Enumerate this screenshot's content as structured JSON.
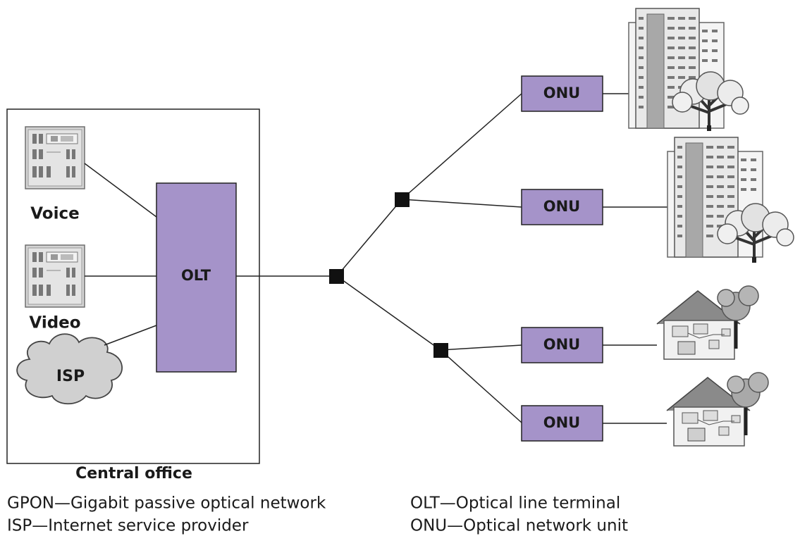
{
  "central_office": {
    "caption": "Central office",
    "sources": {
      "voice": "Voice",
      "video": "Video",
      "isp": "ISP"
    },
    "olt_label": "OLT"
  },
  "onus": [
    {
      "label": "ONU",
      "premises": "apartment-building"
    },
    {
      "label": "ONU",
      "premises": "apartment-building"
    },
    {
      "label": "ONU",
      "premises": "house"
    },
    {
      "label": "ONU",
      "premises": "house"
    }
  ],
  "legend": {
    "left": [
      "GPON—Gigabit passive optical network",
      "ISP—Internet service provider"
    ],
    "right": [
      "OLT—Optical line terminal",
      "ONU—Optical network unit"
    ]
  },
  "colors": {
    "box_fill": "#a593c9",
    "splitter": "#111111",
    "line": "#222222"
  }
}
